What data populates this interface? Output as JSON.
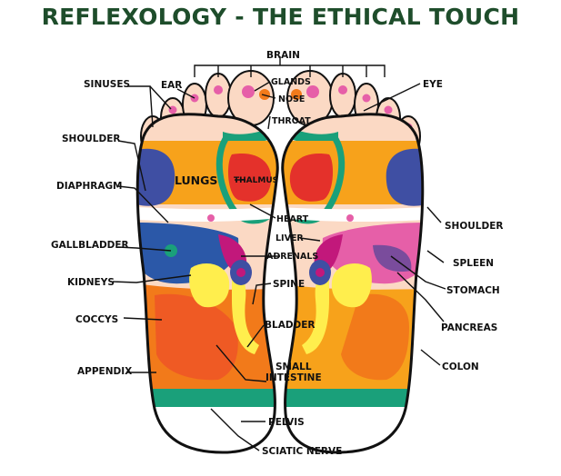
{
  "title": "REFLEXOLOGY - THE ETHICAL TOUCH",
  "colors": {
    "title": "#1e4d2b",
    "orange": "#f7a21b",
    "dark_orange": "#f27a1a",
    "red_orange": "#ef5a24",
    "red": "#e4312b",
    "yellow": "#ffee4d",
    "blue": "#2b58a8",
    "navy": "#3f4fa3",
    "teal": "#1aa07a",
    "pink": "#e65fa8",
    "magenta": "#c2187b",
    "light_pink": "#f5c2d4",
    "peach": "#fbd9c4",
    "purple": "#7a4c9c"
  },
  "labels": {
    "brain": "BRAIN",
    "glands": "GLANDS",
    "nose": "NOSE",
    "throat": "THROAT",
    "sinuses": "SINUSES",
    "ear": "EAR",
    "eye": "EYE",
    "shoulder_left": "SHOULDER",
    "shoulder_right": "SHOULDER",
    "diaphragm": "DIAPHRAGM",
    "lungs": "LUNGS",
    "thalmus": "THALMUS",
    "heart": "HEART",
    "liver": "LIVER",
    "adrenals": "ADRENALS",
    "gallbladder": "GALLBLADDER",
    "spleen": "SPLEEN",
    "stomach": "STOMACH",
    "kidneys": "KIDNEYS",
    "spine": "SPINE",
    "pancreas": "PANCREAS",
    "coccys": "COCCYS",
    "bladder": "BLADDER",
    "colon": "COLON",
    "appendix": "APPENDIX",
    "small": "SMALL",
    "intestine": "INTESTINE",
    "pelvis": "PELVIS",
    "sciatic_nerve": "SCIATIC NERVE"
  }
}
